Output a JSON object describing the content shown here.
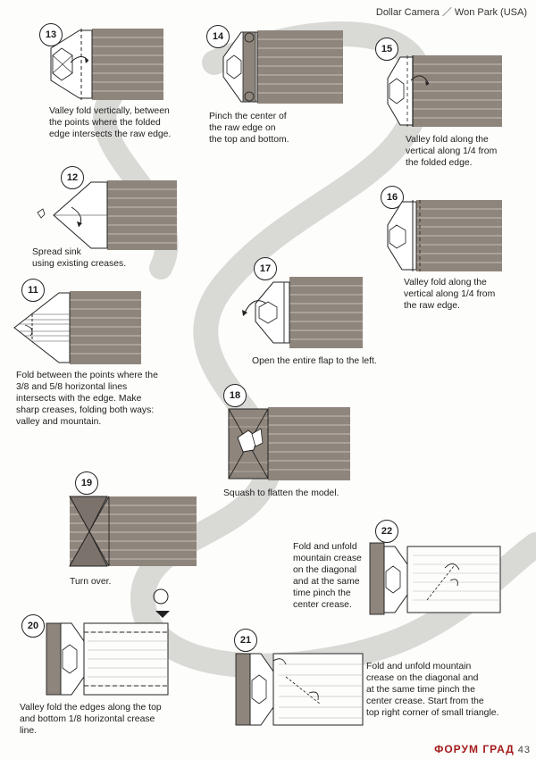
{
  "header": {
    "title": "Dollar Camera ／ Won Park (USA)"
  },
  "steps": {
    "s13": {
      "num": "13",
      "caption": "Valley fold vertically, between\nthe points where the folded\nedge intersects the raw edge."
    },
    "s14": {
      "num": "14",
      "caption": "Pinch the center of\nthe raw edge on\nthe top and bottom."
    },
    "s15": {
      "num": "15",
      "caption": "Valley fold along the\nvertical along 1/4 from\nthe folded edge."
    },
    "s12": {
      "num": "12",
      "caption": "Spread sink\nusing existing creases."
    },
    "s16": {
      "num": "16",
      "caption": "Valley fold along the\nvertical along  1/4 from\nthe raw edge."
    },
    "s11": {
      "num": "11",
      "caption": "Fold between the points where the\n3/8 and 5/8 horizontal lines\nintersects with the edge. Make\nsharp creases, folding both ways:\nvalley and mountain."
    },
    "s17": {
      "num": "17",
      "caption": "Open the entire flap to the left."
    },
    "s18": {
      "num": "18",
      "caption": "Squash to flatten the model."
    },
    "s19": {
      "num": "19",
      "caption": "Turn over."
    },
    "s22": {
      "num": "22",
      "caption": "Fold and unfold\nmountain crease\non the diagonal\nand at the same\ntime pinch the\ncenter crease."
    },
    "s20": {
      "num": "20",
      "caption": "Valley fold the edges along the top\nand bottom 1/8 horizontal crease\nline."
    },
    "s21": {
      "num": "21",
      "caption": "Fold and unfold mountain\ncrease on the diagonal and\nat the same time pinch the\ncenter crease. Start from the\ntop right corner of small triangle."
    }
  },
  "footer": {
    "logo": "ФОРУМ ГРАД",
    "page": "43"
  },
  "colors": {
    "bill": "#8e857c",
    "bill_line": "#d8d3cc",
    "path": "#d2d2cf"
  }
}
